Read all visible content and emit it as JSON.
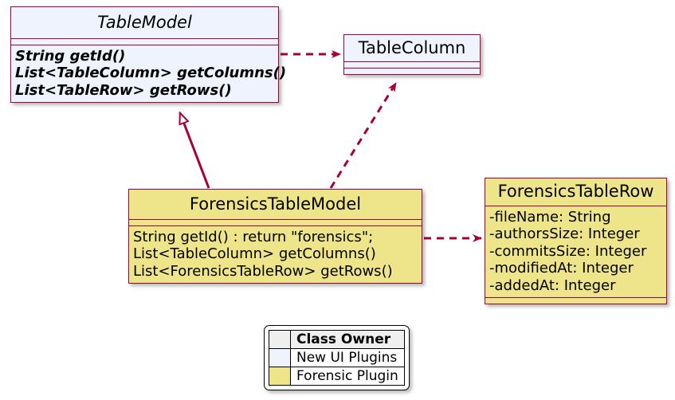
{
  "diagram": {
    "type": "uml-class-diagram",
    "background": "#FFFFFF",
    "line_color": "#A80036",
    "colors": {
      "new_ui_plugins": "#EEF3FD",
      "forensic_plugin": "#EEE48A",
      "legend_header": "#EFEFEF",
      "border": "#A80036",
      "legend_border": "#000000"
    }
  },
  "classes": {
    "table_model": {
      "name": "TableModel",
      "abstract": true,
      "owner": "New UI Plugins",
      "fill": "#EEF3FD",
      "methods": [
        "String getId()",
        "List<TableColumn> getColumns()",
        "List<TableRow> getRows()"
      ]
    },
    "table_column": {
      "name": "TableColumn",
      "abstract": false,
      "owner": "New UI Plugins",
      "fill": "#EEF3FD",
      "attributes": [],
      "methods": []
    },
    "forensics_table_model": {
      "name": "ForensicsTableModel",
      "abstract": false,
      "owner": "Forensic Plugin",
      "fill": "#EEE48A",
      "methods": [
        "String getId() : return \"forensics\";",
        "List<TableColumn> getColumns()",
        "List<ForensicsTableRow> getRows()"
      ]
    },
    "forensics_table_row": {
      "name": "ForensicsTableRow",
      "abstract": false,
      "owner": "Forensic Plugin",
      "fill": "#EEE48A",
      "attributes": [
        "-fileName: String",
        "-authorsSize: Integer",
        "-commitsSize: Integer",
        "-modifiedAt: Integer",
        "-addedAt: Integer"
      ],
      "methods": []
    }
  },
  "relationships": [
    {
      "id": "rel-tablemodel-uses-tablecolumn",
      "from": "TableModel",
      "to": "TableColumn",
      "kind": "dependency",
      "line": "dashed",
      "arrowhead": "open-filled"
    },
    {
      "id": "rel-forensicstablemodel-extends-tablemodel",
      "from": "ForensicsTableModel",
      "to": "TableModel",
      "kind": "generalization",
      "line": "solid",
      "arrowhead": "hollow-triangle"
    },
    {
      "id": "rel-forensicstablemodel-uses-tablecolumn",
      "from": "ForensicsTableModel",
      "to": "TableColumn",
      "kind": "dependency",
      "line": "dashed",
      "arrowhead": "open-filled"
    },
    {
      "id": "rel-forensicstablemodel-uses-forensicstablerow",
      "from": "ForensicsTableModel",
      "to": "ForensicsTableRow",
      "kind": "dependency",
      "line": "dashed",
      "arrowhead": "open-filled"
    }
  ],
  "legend": {
    "header": "Class Owner",
    "rows": [
      {
        "label": "New UI Plugins",
        "swatch": "#EEF3FD"
      },
      {
        "label": "Forensic Plugin",
        "swatch": "#EEE48A"
      }
    ]
  }
}
